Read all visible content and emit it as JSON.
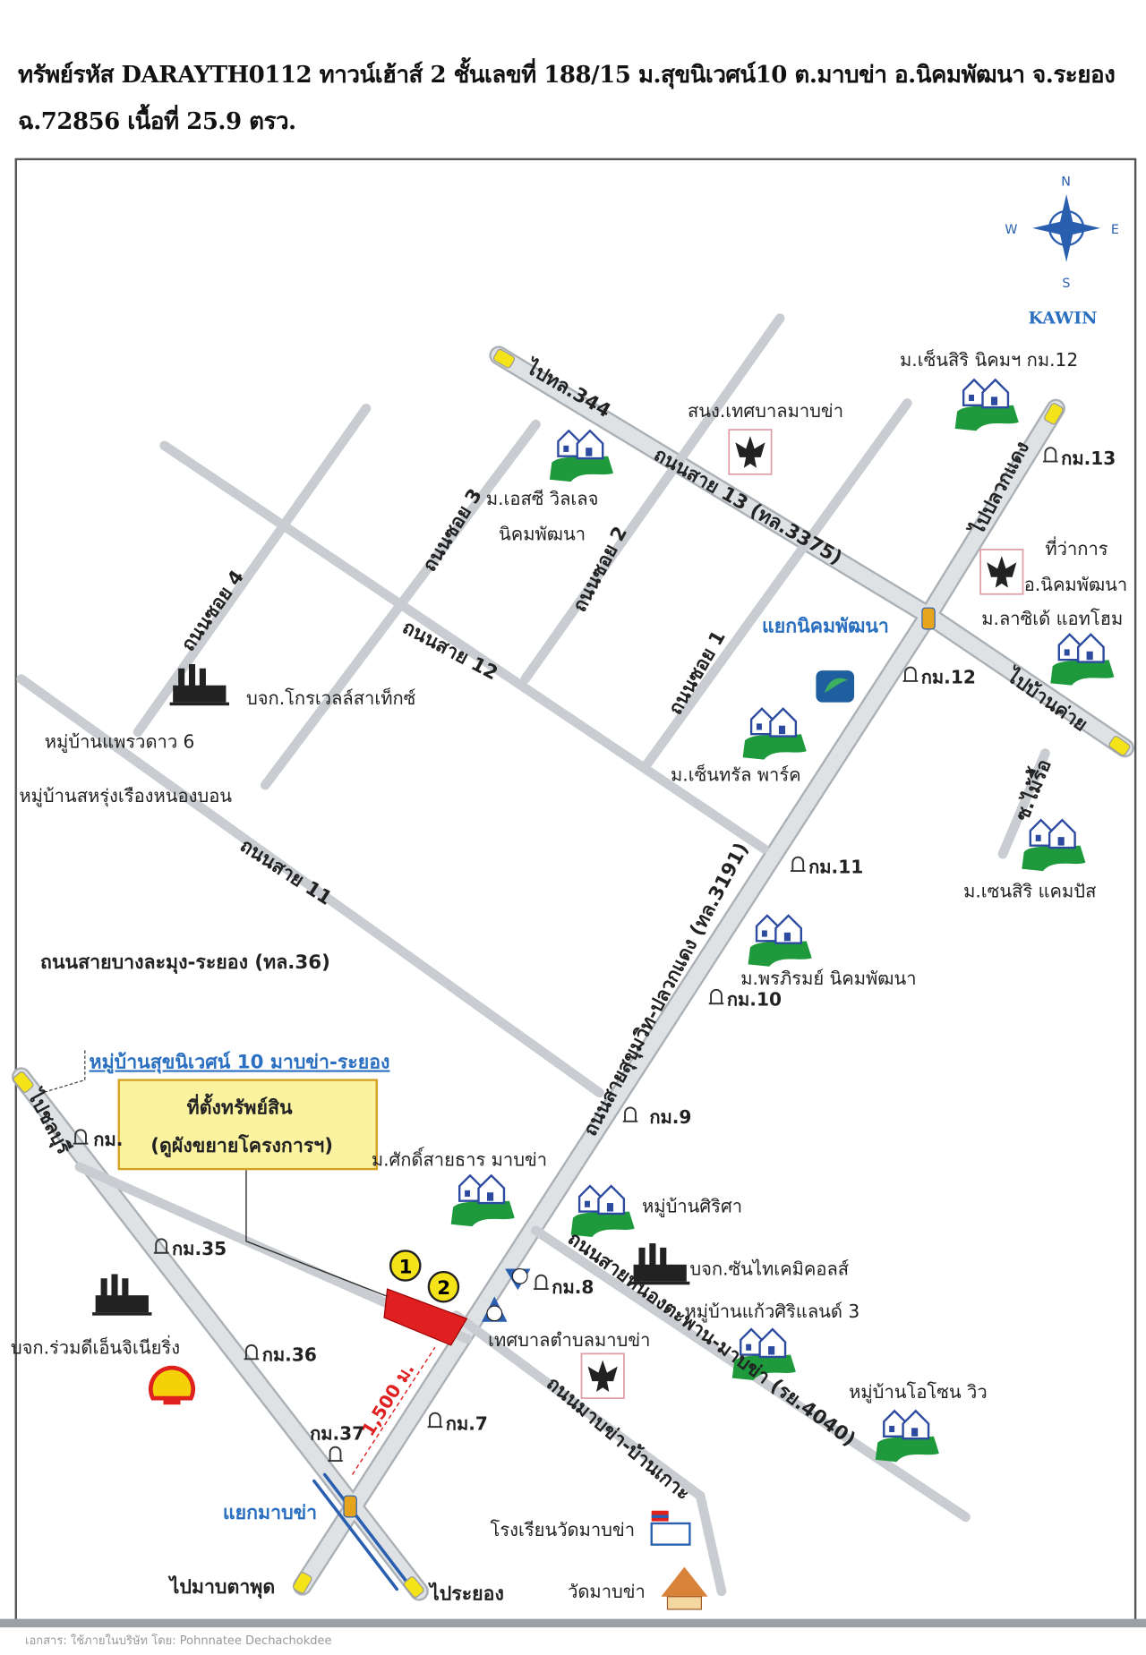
{
  "title": {
    "line1": "ทรัพย์รหัส DARAYTH0112  ทาวน์เฮ้าส์ 2 ชั้นเลขที่ 188/15 ม.สุขนิเวศน์10 ต.มาบข่า อ.นิคมพัฒนา จ.ระยอง",
    "line2": "ฉ.72856 เนื้อที่ 25.9 ตรว."
  },
  "compass": {
    "n": "N",
    "s": "S",
    "e": "E",
    "w": "W",
    "brand": "KAWIN"
  },
  "property_box": {
    "line1": "ที่ตั้งทรัพย์สิน",
    "line2": "(ดูผังขยายโครงการฯ)"
  },
  "markers": {
    "m1": "1",
    "m2": "2",
    "distance": "1,500 ม."
  },
  "roads": {
    "to_344": "ไปทล.344",
    "road13": "ถนนสาย 13 (ทล.3375)",
    "to_pluakdaeng": "ไปปลวกแดง",
    "to_bankhai": "ไปบ้านค่าย",
    "soi_mairue": "ซ.ไม้รื้อ",
    "soi3": "ถนนซอย 3",
    "soi2": "ถนนซอย 2",
    "soi4": "ถนนซอย 4",
    "soi1": "ถนนซอย 1",
    "road12": "ถนนสาย 12",
    "road11": "ถนนสาย 11",
    "sukhumvit": "ถนนสายสุขุมวิท-ปลวกแดง (ทล.3191)",
    "road36": "ถนนสายบางละมุง-ระยอง (ทล.36)",
    "to_chonburi": "ไปชลบุรี",
    "nongtaphan": "ถนนสายหนองตะพาน-มาบข่า (รย.4040)",
    "mabkha_banko": "ถนนมาบข่า-บ้านเกาะ",
    "to_maptaphut": "ไปมาบตาพุด",
    "to_rayong": "ไประยอง"
  },
  "junctions": {
    "nikhom": "แยกนิคมพัฒนา",
    "mabkha": "แยกมาบข่า"
  },
  "km": {
    "k13": "กม.13",
    "k12": "กม.12",
    "k11": "กม.11",
    "k10": "กม.10",
    "k9": "กม.9",
    "k8": "กม.8",
    "k7": "กม.7",
    "k35": "กม.35",
    "k36": "กม.36",
    "k37": "กม.37",
    "k_left": "กม."
  },
  "places": {
    "sensiri_nikhom": "ม.เซ็นสิริ นิคมฯ กม.12",
    "municipal_office": "สนง.เทศบาลมาบข่า",
    "sc_village_1": "ม.เอสซี วิลเลจ",
    "sc_village_2": "นิคมพัฒนา",
    "district_office_1": "ที่ว่าการ",
    "district_office_2": "อ.นิคมพัฒนา",
    "lasiate": "ม.ลาซิเด้ แอทโฮม",
    "growell": "บจก.โกรเวลล์สาเท็กซ์",
    "praewdao": "หมู่บ้านแพรวดาว 6",
    "saharung": "หมู่บ้านสหรุ่งเรืองหนองบอน",
    "central_park": "ม.เซ็นทรัล พาร์ค",
    "sensiri_campus": "ม.เซนสิริ แคมปัส",
    "pornpirom": "ม.พรภิรมย์ นิคมพัฒนา",
    "suknives": "หมู่บ้านสุขนิเวศน์ 10 มาบข่า-ระยอง",
    "saksaitharn": "ม.ศักดิ์สายธาร มาบข่า",
    "sirisa": "หมู่บ้านศิริศา",
    "sunthai": "บจก.ซันไทเคมิคอลส์",
    "kaewsiri": "หมู่บ้านแก้วศิริแลนด์ 3",
    "tambon_office": "เทศบาลตำบลมาบข่า",
    "ruamdee": "บจก.ร่วมดีเอ็นจิเนียริ่ง",
    "ozone": "หมู่บ้านโอโซน วิว",
    "school": "โรงเรียนวัดมาบข่า",
    "temple": "วัดมาบข่า"
  },
  "footer": "เอกสาร: ใช้ภายในบริษัท โดย: Pohnnatee Dechachokdee",
  "colors": {
    "road": "#d9dcdf",
    "road_edge": "#aab0b5",
    "house_green": "#1e9a3c",
    "property": "#e02020",
    "marker": "#f5e31a",
    "box": "#fbf3a0",
    "blue": "#2a6fc0"
  }
}
